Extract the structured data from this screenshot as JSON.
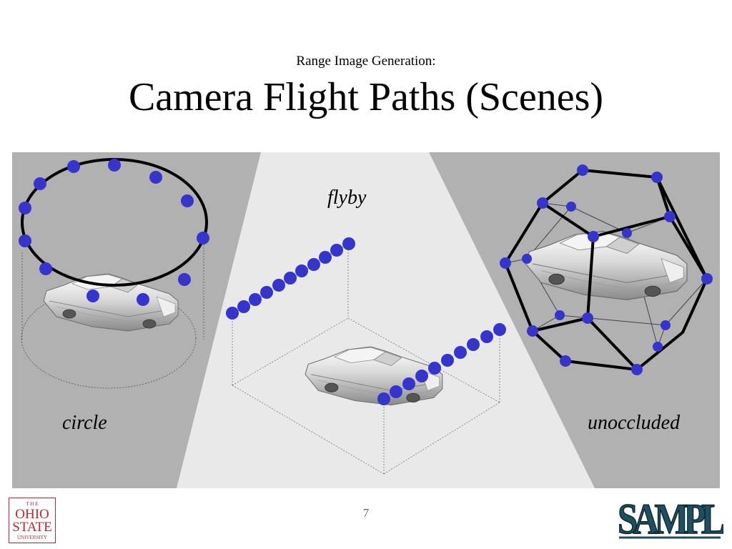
{
  "slide": {
    "subtitle": "Range Image Generation:",
    "title": "Camera Flight Paths (Scenes)",
    "page_number": "7"
  },
  "panels": {
    "circle": {
      "label": "circle"
    },
    "flyby": {
      "label": "flyby"
    },
    "unoccluded": {
      "label": "unoccluded"
    }
  },
  "logos": {
    "osu": {
      "line1": "T H E",
      "line2": "OHIO",
      "line3": "STATE",
      "line4": "UNIVERSITY"
    },
    "samp": {
      "text": "SAMPL"
    }
  },
  "colors": {
    "panel_dark": "#b1b1b1",
    "panel_light": "#e9e9e9",
    "camera_dot": "#3535cc",
    "osu_red": "#c0272d",
    "samp_blue": "#1f4e5e"
  },
  "icons": {
    "car": "car-model-icon",
    "camera_position": "camera-dot-icon"
  }
}
